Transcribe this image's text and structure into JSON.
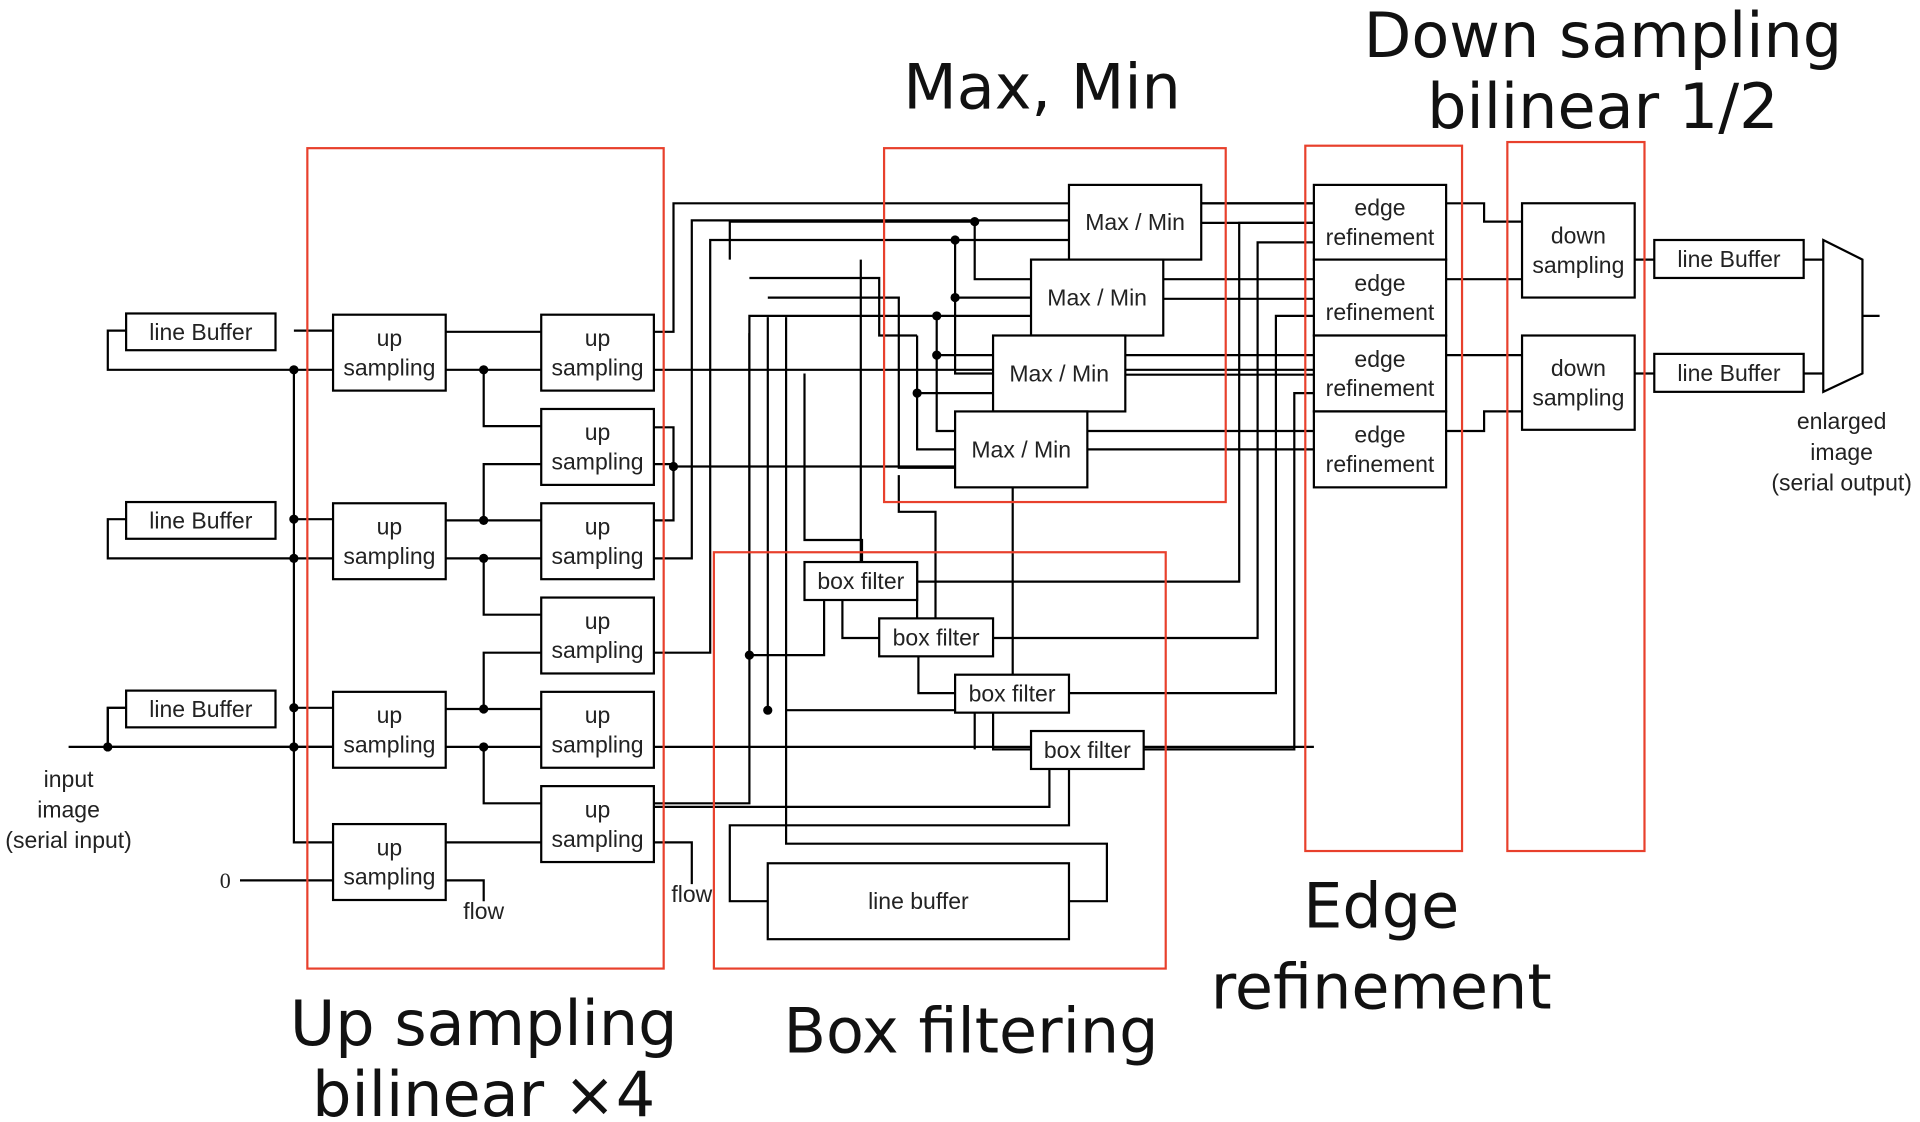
{
  "colors": {
    "region_border": "#e8402c",
    "line": "#000000",
    "text": "#111111"
  },
  "regions": {
    "upsampling": "Up sampling\nbilinear ×4",
    "maxmin": "Max, Min",
    "boxfilter": "Box filtering",
    "edge": "Edge\nrefinement",
    "downsampling": "Down sampling\nbilinear 1/2"
  },
  "blocks": {
    "line_buffer": "line Buffer",
    "up_sampling": "up\nsampling",
    "max_min": "Max / Min",
    "box_filter": "box filter",
    "line_buffer_lower": "line buffer",
    "edge_refinement": "edge\nrefinement",
    "down_sampling": "down\nsampling"
  },
  "io": {
    "input_label": "input\nimage\n(serial input)",
    "output_label": "enlarged\nimage\n(serial output)",
    "zero": "0",
    "flow": "flow"
  }
}
